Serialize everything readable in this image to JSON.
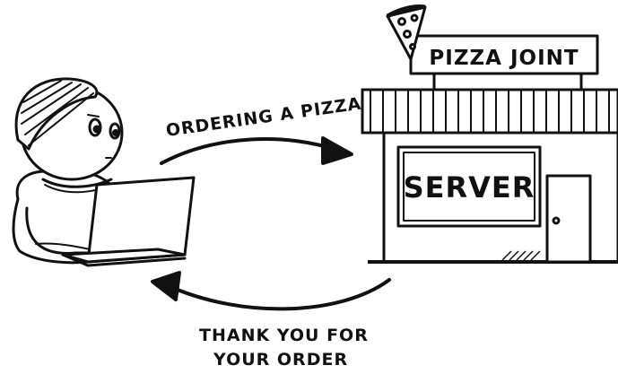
{
  "sign": {
    "text": "PIZZA JOINT"
  },
  "window_label": {
    "text": "SERVER"
  },
  "arrow_top": {
    "label": "ORDERING A PIZZA"
  },
  "arrow_bottom": {
    "line1": "THANK YOU FOR",
    "line2": "YOUR ORDER"
  },
  "colors": {
    "ink": "#111111",
    "background": "#ffffff",
    "skin": "#ffffff"
  }
}
